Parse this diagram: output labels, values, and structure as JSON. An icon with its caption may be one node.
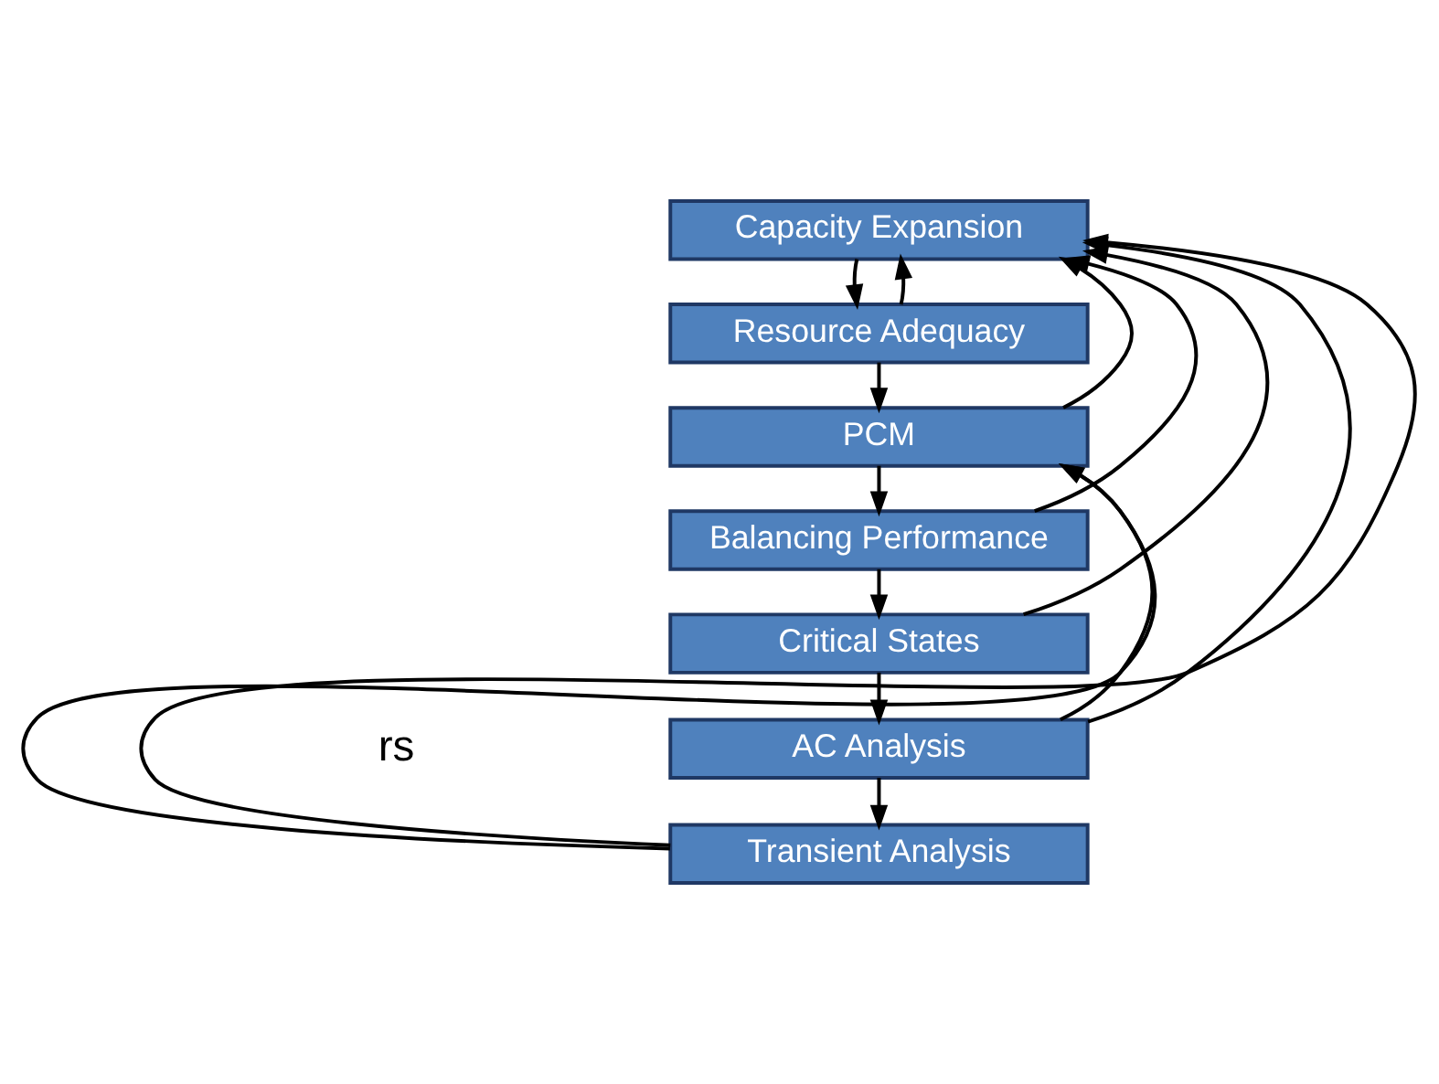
{
  "diagram": {
    "nodes": [
      {
        "text": [
          "Capacity Expansion"
        ]
      },
      {
        "text": [
          "Resource Adequacy"
        ]
      },
      {
        "text": [
          "PCM"
        ]
      },
      {
        "text": [
          "Balancing Performance"
        ]
      },
      {
        "text": [
          "Critical States"
        ]
      },
      {
        "text": [
          "AC Analysis"
        ]
      },
      {
        "text": [
          "Transient Analysis"
        ]
      }
    ],
    "edges": [
      {
        "from": 0,
        "to": 1,
        "arrow": "to"
      },
      {
        "from": 1,
        "to": 2,
        "arrow": "to"
      },
      {
        "from": 2,
        "to": 3,
        "arrow": "to"
      },
      {
        "from": 3,
        "to": 4,
        "arrow": "to"
      },
      {
        "from": 4,
        "to": 5,
        "arrow": "to"
      },
      {
        "from": 5,
        "to": 6,
        "arrow": "to"
      },
      {
        "from": 1,
        "to": 0,
        "arrow": "to"
      },
      {
        "from": 2,
        "to": 0,
        "arrow": "to"
      },
      {
        "from": 3,
        "to": 0,
        "arrow": "to"
      },
      {
        "from": 4,
        "to": 0,
        "arrow": "to"
      },
      {
        "from": 5,
        "to": 0,
        "arrow": "to"
      },
      {
        "from": 6,
        "to": 0,
        "arrow": "to"
      },
      {
        "from": 5,
        "to": 2,
        "arrow": "to"
      },
      {
        "from": 6,
        "to": 2,
        "arrow": "to"
      }
    ],
    "labels": [
      "rs"
    ]
  }
}
